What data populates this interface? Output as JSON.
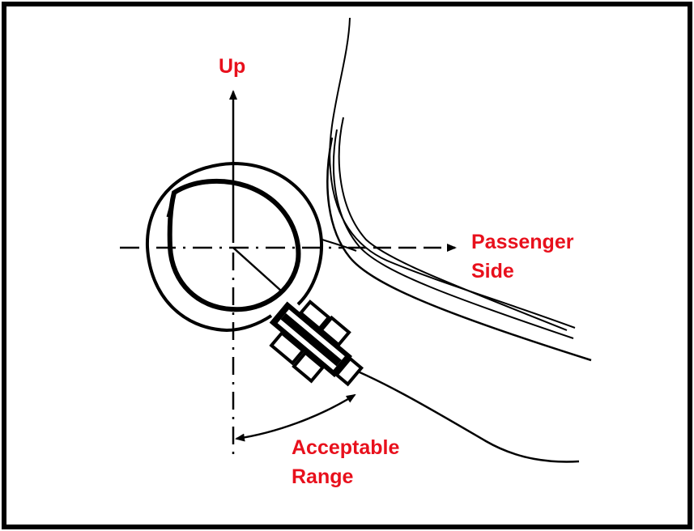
{
  "labels": {
    "up": "Up",
    "passenger": "Passenger",
    "side": "Side",
    "acceptable": "Acceptable",
    "range": "Range"
  },
  "colors": {
    "label": "#e8101c",
    "line": "#000000",
    "background": "#ffffff"
  }
}
